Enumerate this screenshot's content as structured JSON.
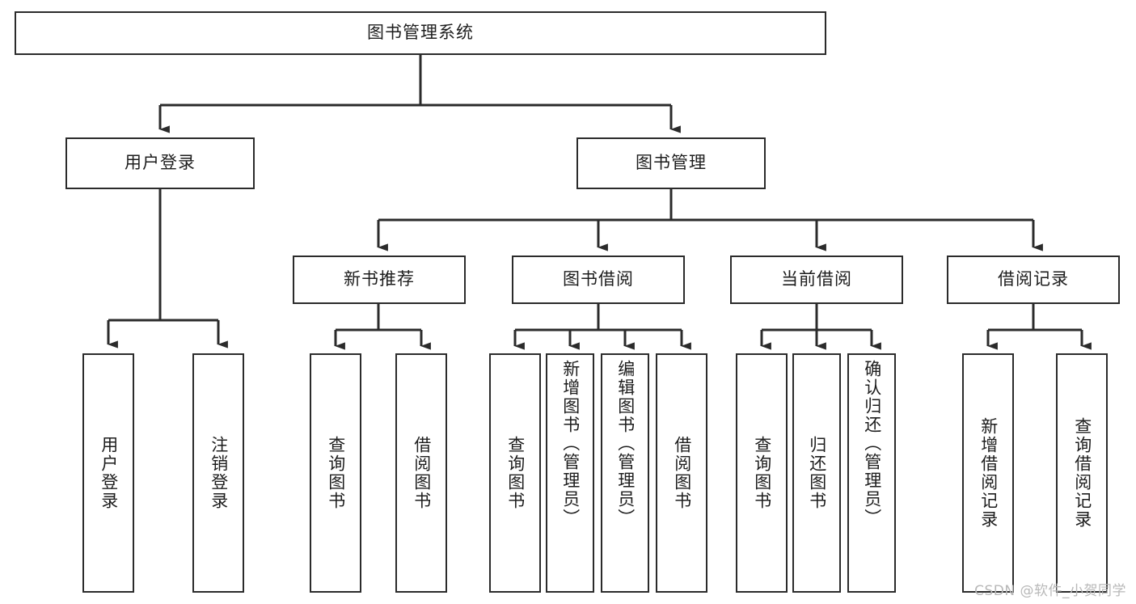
{
  "diagram": {
    "type": "tree",
    "title": "图书管理系统",
    "orientation": "top-down",
    "colors": {
      "box_border": "#2b2b2b",
      "box_fill": "#ffffff",
      "connector": "#2b2b2b",
      "text": "#1d1d1d",
      "watermark": "#b8b8b8",
      "background": "#ffffff"
    }
  },
  "root": {
    "label": "图书管理系统"
  },
  "level2": [
    {
      "label": "用户登录"
    },
    {
      "label": "图书管理"
    }
  ],
  "level3": [
    {
      "label": "新书推荐"
    },
    {
      "label": "图书借阅"
    },
    {
      "label": "当前借阅"
    },
    {
      "label": "借阅记录"
    }
  ],
  "leaves": {
    "user_login": [
      {
        "label": "用户登录"
      },
      {
        "label": "注销登录"
      }
    ],
    "new_book_recommend": [
      {
        "label": "查询图书"
      },
      {
        "label": "借阅图书"
      }
    ],
    "book_borrow": [
      {
        "label": "查询图书"
      },
      {
        "label": "新增图书（管理员）"
      },
      {
        "label": "编辑图书（管理员）"
      },
      {
        "label": "借阅图书"
      }
    ],
    "current_borrow": [
      {
        "label": "查询图书"
      },
      {
        "label": "归还图书"
      },
      {
        "label": "确认归还（管理员）"
      }
    ],
    "borrow_record": [
      {
        "label": "新增借阅记录"
      },
      {
        "label": "查询借阅记录"
      }
    ]
  },
  "watermark": {
    "text": "CSDN @软件_小贺同学"
  }
}
